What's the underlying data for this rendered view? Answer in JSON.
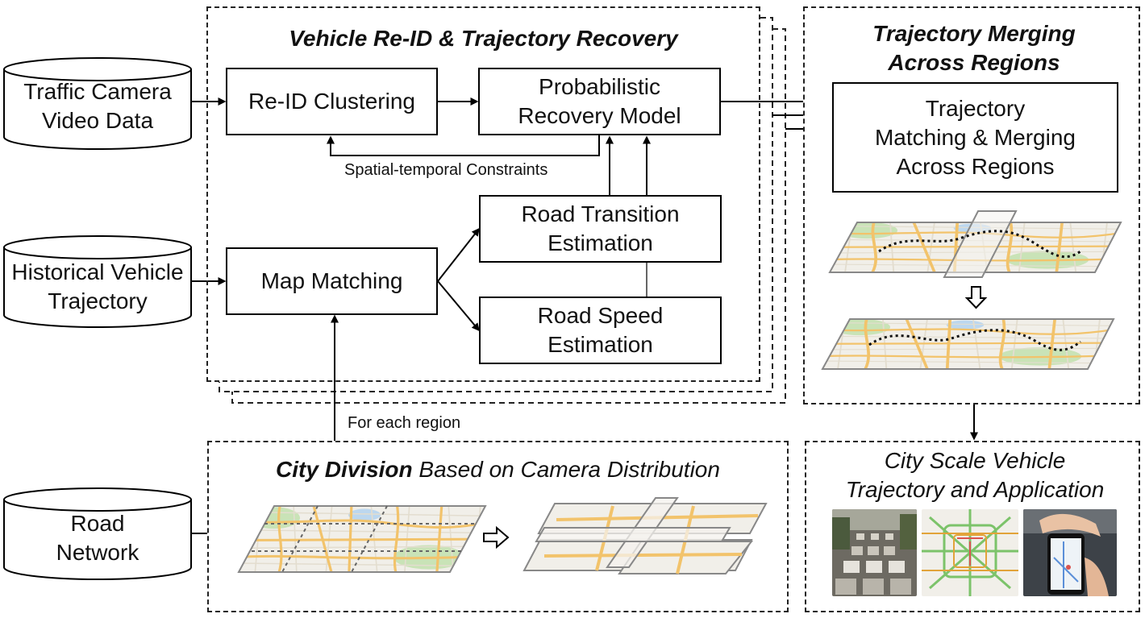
{
  "inputs": {
    "camera": "Traffic Camera\nVideo Data",
    "historical": "Historical Vehicle\nTrajectory",
    "road_network": "Road\nNetwork"
  },
  "recovery": {
    "title": "Vehicle Re-ID & Trajectory Recovery",
    "reid": "Re-ID Clustering",
    "prob_model": "Probabilistic\nRecovery Model",
    "constraints": "Spatial-temporal Constraints",
    "transition": "Road Transition\nEstimation",
    "map_matching": "Map Matching",
    "speed": "Road Speed\nEstimation"
  },
  "merging": {
    "title": "Trajectory Merging\nAcross Regions",
    "box": "Trajectory\nMatching & Merging\nAcross Regions"
  },
  "division": {
    "title_bold": "City Division",
    "title_rest": " Based on Camera Distribution",
    "for_each": "For each region"
  },
  "application": {
    "title": "City Scale Vehicle\nTrajectory and Application"
  },
  "colors": {
    "road_major": "#f2c36b",
    "road_minor": "#e6e0d2",
    "map_bg": "#f1efe9",
    "green": "#c9e3b7",
    "water": "#bcd7ef"
  }
}
